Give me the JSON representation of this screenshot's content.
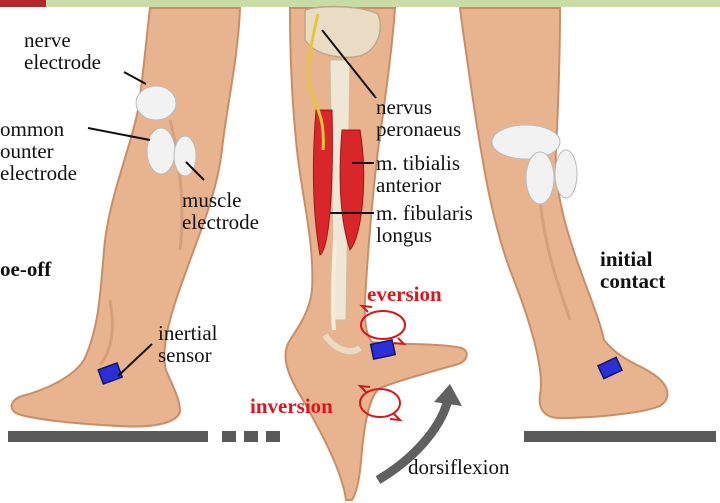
{
  "labels": {
    "nerve_electrode": "nerve\nelectrode",
    "common_counter": "ommon\nounter\nelectrode",
    "muscle_electrode": "muscle\nelectrode",
    "nervus_peronaeus": "nervus\nperonaeus",
    "tibialis": "m. tibialis\nanterior",
    "fibularis": "m. fibularis\nlongus",
    "toe_off": "oe-off",
    "initial_contact": "initial\ncontact",
    "inertial_sensor": "inertial\nsensor",
    "eversion": "eversion",
    "inversion": "inversion",
    "dorsiflexion": "dorsiflexion"
  },
  "colors": {
    "skin": "#e8b48f",
    "skin_shade": "#c98e66",
    "muscle": "#d8262a",
    "sensor": "#2b2fd6",
    "ground": "#5a5a5a",
    "annotation_red": "#d8161b",
    "arrow_gray": "#606060",
    "top_bar_green": "#c9dca6",
    "top_bar_red": "#b4282d"
  },
  "icons": {
    "sensor": "sensor-chip-icon",
    "rotation": "rotation-arrow-icon",
    "curved_arrow": "curved-arrow-icon"
  }
}
